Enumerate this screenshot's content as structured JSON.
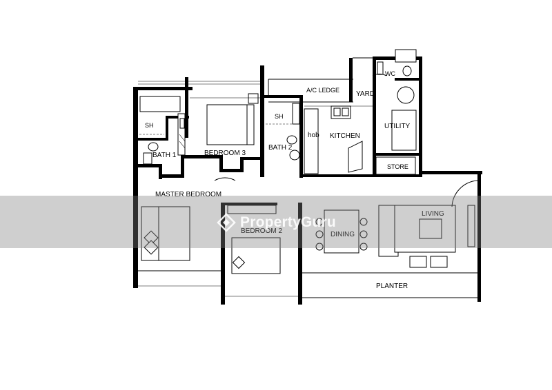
{
  "rooms": {
    "ac_ledge": "A/C LEDGE",
    "yard": "YARD",
    "wc": "WC",
    "sh_left": "SH",
    "sh_right": "SH",
    "bath1": "BATH 1",
    "bedroom3": "BEDROOM 3",
    "bath2": "BATH 2",
    "hob": "hob",
    "kitchen": "KITCHEN",
    "utility": "UTILITY",
    "store": "STORE",
    "master_bedroom": "MASTER BEDROOM",
    "bedroom2": "BEDROOM 2",
    "dining": "DINING",
    "living": "LIVING",
    "planter": "PLANTER"
  },
  "watermark": {
    "brand": "PropertyGuru",
    "icon": "propertyguru-logo-icon"
  }
}
